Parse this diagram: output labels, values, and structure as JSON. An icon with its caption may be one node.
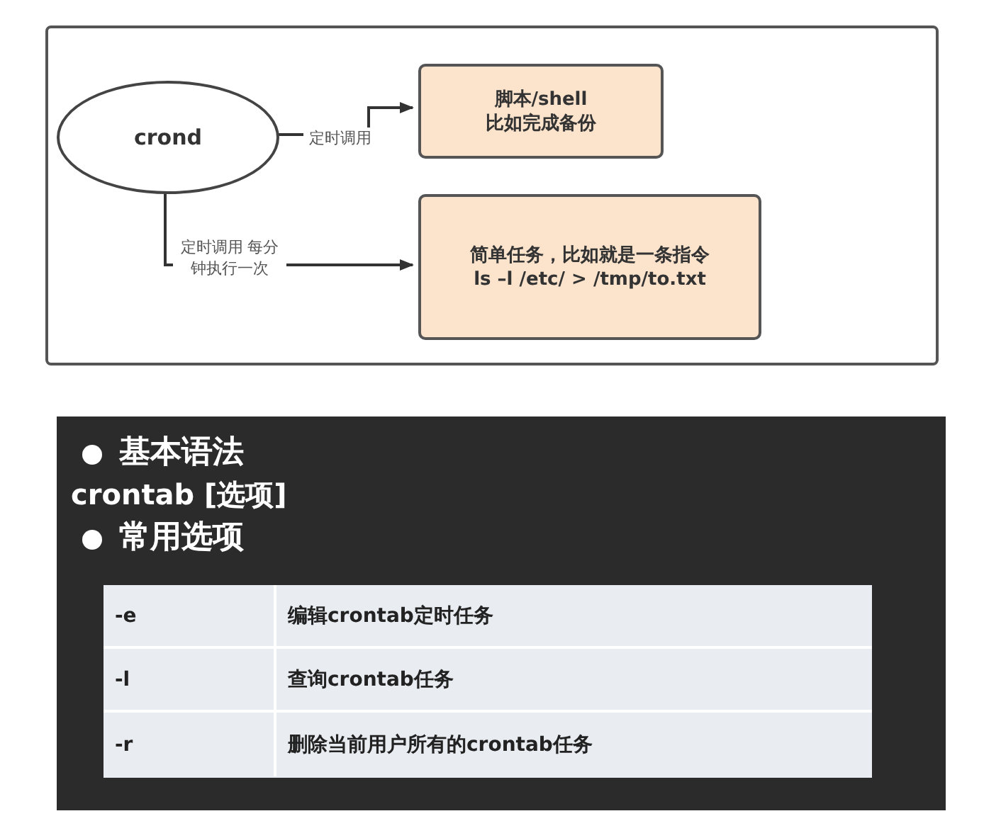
{
  "diagram": {
    "nodes": [
      {
        "text": [],
        "shape": "box"
      },
      {
        "text": [
          "crond"
        ],
        "in": 0
      },
      {
        "text": [
          "脚本/shell",
          "比如完成备份"
        ],
        "in": 0
      },
      {
        "text": [
          "简单任务，比如就是一条指令",
          "ls –l  /etc/ > /tmp/to.txt"
        ],
        "in": 0
      }
    ],
    "edges": [
      {
        "from": 1,
        "to": 2,
        "arrow": "to",
        "label": "定时调用"
      },
      {
        "from": 1,
        "to": 3,
        "arrow": "to",
        "label": "定时调用 每分钟执行一次"
      }
    ],
    "labels": [
      "基本语法",
      "crontab [选项]",
      "常用选项",
      "-e",
      "编辑crontab定时任务",
      "-l",
      "查询crontab任务",
      "-r",
      "删除当前用户所有的crontab任务"
    ]
  }
}
